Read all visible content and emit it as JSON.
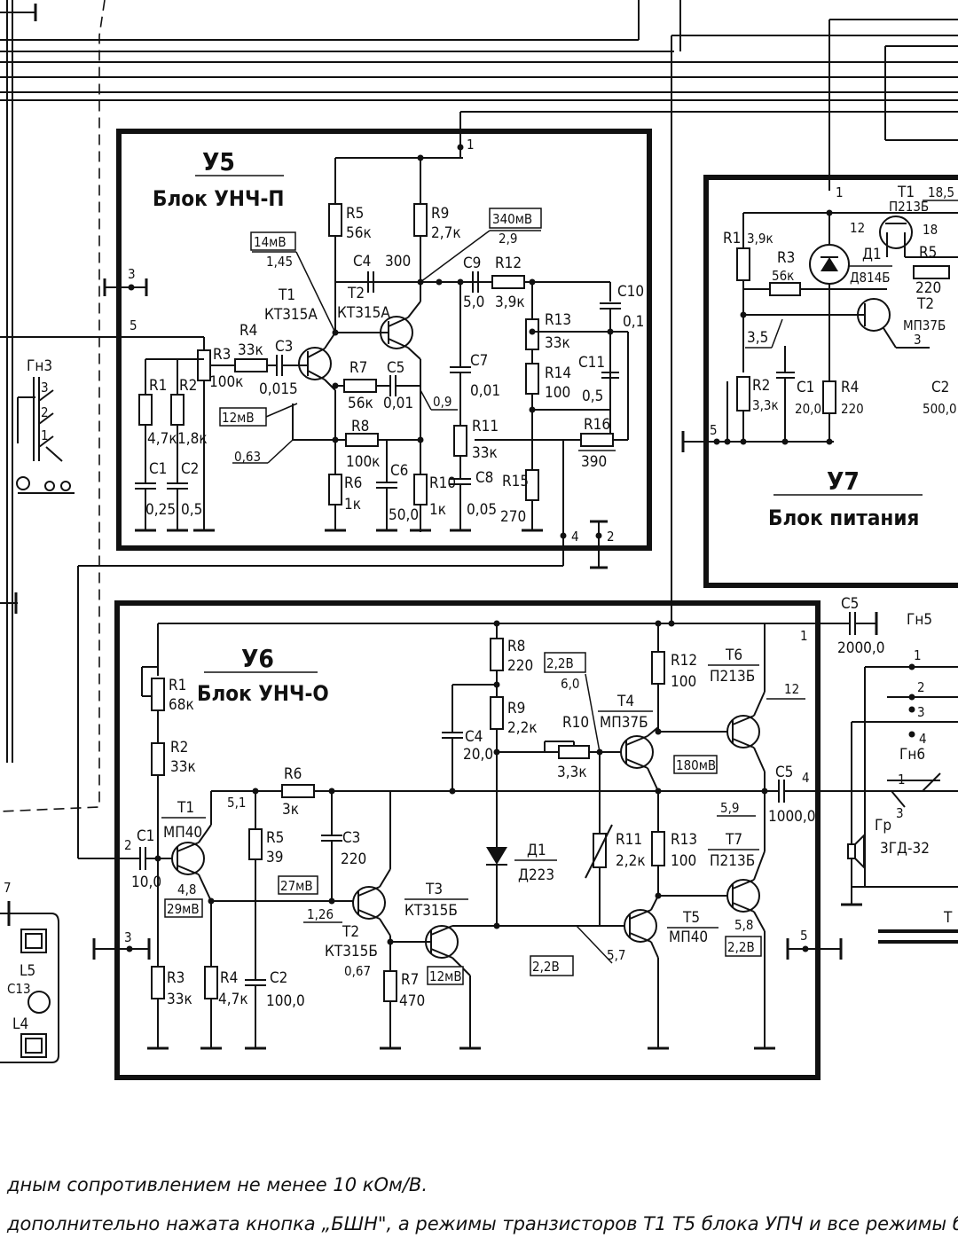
{
  "blocks": {
    "u5": {
      "id": "У5",
      "title": "Блок УНЧ-П"
    },
    "u6": {
      "id": "У6",
      "title": "Блок УНЧ-О"
    },
    "u7": {
      "id": "У7",
      "title": "Блок питания"
    }
  },
  "u5": {
    "resistors": [
      {
        "ref": "R1",
        "val": "4,7к"
      },
      {
        "ref": "R2",
        "val": "1,8к"
      },
      {
        "ref": "R3",
        "val": "100к"
      },
      {
        "ref": "R4",
        "val": "33к"
      },
      {
        "ref": "R5",
        "val": "56к"
      },
      {
        "ref": "R6",
        "val": "1к"
      },
      {
        "ref": "R7",
        "val": "56к"
      },
      {
        "ref": "R8",
        "val": "100к"
      },
      {
        "ref": "R9",
        "val": "2,7к"
      },
      {
        "ref": "R10",
        "val": "1к"
      },
      {
        "ref": "R11",
        "val": "33к"
      },
      {
        "ref": "R12",
        "val": "3,9к"
      },
      {
        "ref": "R13",
        "val": "33к"
      },
      {
        "ref": "R14",
        "val": "100"
      },
      {
        "ref": "R15",
        "val": "270"
      },
      {
        "ref": "R16",
        "val": "390"
      }
    ],
    "capacitors": [
      {
        "ref": "C1",
        "val": "0,25"
      },
      {
        "ref": "C2",
        "val": "0,5"
      },
      {
        "ref": "C3",
        "val": "0,015"
      },
      {
        "ref": "C4",
        "val": "300"
      },
      {
        "ref": "C5",
        "val": "0,01"
      },
      {
        "ref": "C6",
        "val": "50,0"
      },
      {
        "ref": "C7",
        "val": "0,01"
      },
      {
        "ref": "C8",
        "val": "0,05"
      },
      {
        "ref": "C9",
        "val": "5,0"
      },
      {
        "ref": "C10",
        "val": "0,1"
      },
      {
        "ref": "C11",
        "val": "0,5"
      }
    ],
    "transistors": [
      {
        "ref": "T1",
        "type": "КТ315А"
      },
      {
        "ref": "T2",
        "type": "КТ315А"
      }
    ],
    "voltages": {
      "v1": "14мВ",
      "v2": "1,45",
      "v3": "12мВ",
      "v4": "0,63",
      "v5": "340мВ",
      "v6": "2,9",
      "v7": "0,9"
    },
    "pins": {
      "p1": "1",
      "p2": "2",
      "p3": "3",
      "p4": "4",
      "p5": "5"
    }
  },
  "u6": {
    "resistors": [
      {
        "ref": "R1",
        "val": "68к"
      },
      {
        "ref": "R2",
        "val": "33к"
      },
      {
        "ref": "R3",
        "val": "33к"
      },
      {
        "ref": "R4",
        "val": "4,7к"
      },
      {
        "ref": "R5",
        "val": "39"
      },
      {
        "ref": "R6",
        "val": "3к"
      },
      {
        "ref": "R7",
        "val": "470"
      },
      {
        "ref": "R8",
        "val": "220"
      },
      {
        "ref": "R9",
        "val": "2,2к"
      },
      {
        "ref": "R10",
        "val": "3,3к"
      },
      {
        "ref": "R11",
        "val": "2,2к"
      },
      {
        "ref": "R12",
        "val": "100"
      },
      {
        "ref": "R13",
        "val": "100"
      }
    ],
    "capacitors": [
      {
        "ref": "C1",
        "val": "10,0"
      },
      {
        "ref": "C2",
        "val": "100,0"
      },
      {
        "ref": "C3",
        "val": "220"
      },
      {
        "ref": "C4",
        "val": "20,0"
      },
      {
        "ref": "C5",
        "val": "1000,0"
      }
    ],
    "transistors": [
      {
        "ref": "T1",
        "type": "МП40"
      },
      {
        "ref": "T2",
        "type": "КТ315Б"
      },
      {
        "ref": "T3",
        "type": "КТ315Б"
      },
      {
        "ref": "T4",
        "type": "МП37Б"
      },
      {
        "ref": "T5",
        "type": "МП40"
      },
      {
        "ref": "T6",
        "type": "П213Б"
      },
      {
        "ref": "T7",
        "type": "П213Б"
      }
    ],
    "diode": {
      "ref": "Д1",
      "type": "Д223"
    },
    "voltages": {
      "v1": "5,1",
      "v2": "4,8",
      "v3": "29мВ",
      "v4": "27мВ",
      "v5": "1,26",
      "v6": "0,67",
      "v7": "12мВ",
      "v8": "2,2В",
      "v9": "6,0",
      "v10": "180мВ",
      "v11": "12",
      "v12": "5,9",
      "v13": "5,7",
      "v14": "2,2В",
      "v15": "5,8",
      "v16": "2,2В"
    },
    "pins": {
      "p1": "1",
      "p2": "2",
      "p3": "3",
      "p4": "4",
      "p5": "5"
    }
  },
  "u7": {
    "resistors": [
      {
        "ref": "R1",
        "val": "3,9к"
      },
      {
        "ref": "R2",
        "val": "3,3к"
      },
      {
        "ref": "R3",
        "val": "56к"
      },
      {
        "ref": "R4",
        "val": "220"
      },
      {
        "ref": "R5",
        "val": "220"
      }
    ],
    "capacitors": [
      {
        "ref": "C1",
        "val": "20,0"
      },
      {
        "ref": "C2",
        "val": "500,0"
      }
    ],
    "transistors": [
      {
        "ref": "T1",
        "type": "П213Б"
      },
      {
        "ref": "T2",
        "type": "МП37Б"
      }
    ],
    "diode": {
      "ref": "Д1",
      "type": "Д814Б"
    },
    "voltages": {
      "v1": "18,5",
      "v2": "12",
      "v3": "18",
      "v4": "3,5",
      "v5": "3"
    },
    "pins": {
      "p1": "1",
      "p5": "5"
    }
  },
  "external": {
    "gn3": "Гн3",
    "gn3_pins": [
      "3",
      "2",
      "1"
    ],
    "gn5": "Гн5",
    "gn6": "Гн6",
    "c5": "C5",
    "c5_val": "2000,0",
    "speaker": "Гр",
    "speaker_type": "3ГД-32",
    "coil_l5": "L5",
    "coil_l4": "L4",
    "cap_c13": "C13",
    "pin7": "7",
    "pin1": "1",
    "pin2": "2",
    "pin3": "3",
    "pin4": "4",
    "pin3b": "3",
    "pin1b": "1",
    "tail": "Т"
  },
  "notes": {
    "line1": "дным сопротивлением не менее 10 кОм/В.",
    "line2": "дополнительно нажата кнопка „БШН\", а режимы транзисторов Т1 Т5 блока УПЧ и все режимы блок"
  }
}
